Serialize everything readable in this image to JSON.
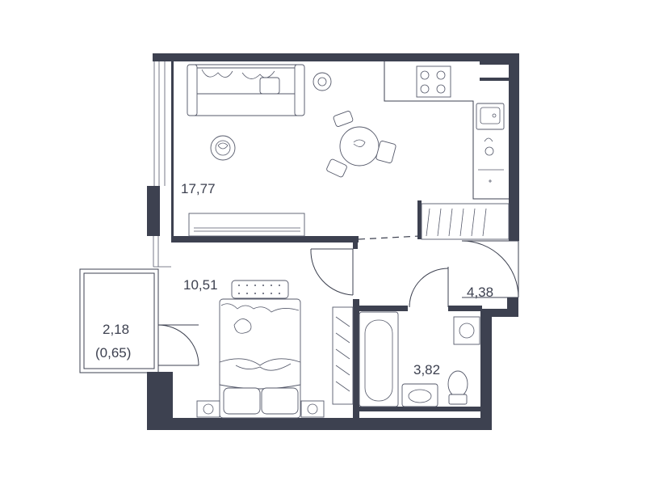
{
  "plan": {
    "rooms": [
      {
        "id": "living-kitchen",
        "area": "17,77"
      },
      {
        "id": "bedroom",
        "area": "10,51"
      },
      {
        "id": "hallway",
        "area": "4,38"
      },
      {
        "id": "bathroom",
        "area": "3,82"
      },
      {
        "id": "balcony",
        "area": "2,18",
        "reduced_area": "(0,65)"
      }
    ],
    "colors": {
      "wall": "#3d4150",
      "line": "#55596a",
      "background": "#ffffff"
    }
  }
}
